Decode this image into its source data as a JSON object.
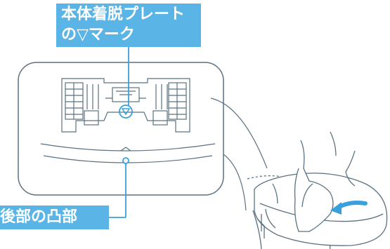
{
  "callouts": {
    "top_line1": "本体着脱プレート",
    "top_line2": "の▽マーク",
    "bottom": "後部の凸部"
  },
  "colors": {
    "callout_fill": "#5ab4e6",
    "line": "#5a7180",
    "highlight": "#3aa0dc"
  }
}
